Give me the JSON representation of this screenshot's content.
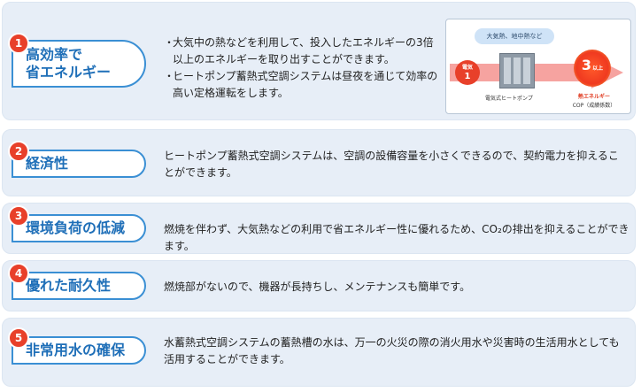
{
  "items": [
    {
      "number": "1",
      "title_lines": [
        "高効率で",
        "省エネルギー"
      ],
      "bullets": [
        "大気中の熱などを利用して、投入したエネルギーの3倍以上のエネルギーを取り出すことができます。",
        "ヒートポンプ蓄熱式空調システムは昼夜を通じて効率の高い定格運転をします。"
      ]
    },
    {
      "number": "2",
      "title": "経済性",
      "text": "ヒートポンプ蓄熱式空調システムは、空調の設備容量を小さくできるので、契約電力を抑えることができます。"
    },
    {
      "number": "3",
      "title": "環境負荷の低減",
      "text": "燃焼を伴わず、大気熱などの利用で省エネルギー性に優れるため、CO₂の排出を抑えることができます。"
    },
    {
      "number": "4",
      "title": "優れた耐久性",
      "text": "燃焼部がないので、機器が長持ちし、メンテナンスも簡単です。"
    },
    {
      "number": "5",
      "title": "非常用水の確保",
      "text": "水蓄熱式空調システムの蓄熱槽の水は、万一の火災の際の消火用水や災害時の生活用水としても活用することができます。"
    }
  ],
  "diagram": {
    "cloud_label": "大気熱、地中熱など",
    "input_label": "電気",
    "input_value": "1",
    "device_label": "電気式ヒートポンプ",
    "output_value": "3",
    "output_suffix": "以上",
    "output_label": "熱エネルギー",
    "cop_label": "COP（成績係数）"
  },
  "bullet_mark": "・"
}
